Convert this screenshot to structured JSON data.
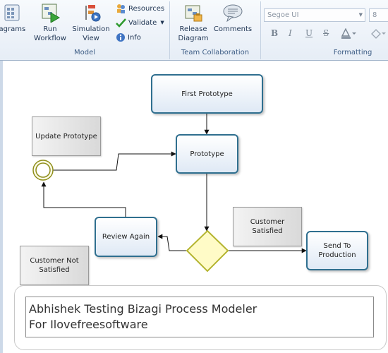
{
  "ribbon": {
    "model_group": {
      "label": "Model",
      "diagrams_label": "iagrams",
      "run_workflow_label": "Run\nWorkflow",
      "simulation_view_label": "Simulation\nView",
      "resources_label": "Resources",
      "validate_label": "Validate",
      "info_label": "Info"
    },
    "team_group": {
      "label": "Team Collaboration",
      "release_diagram_label": "Release\nDiagram",
      "comments_label": "Comments"
    },
    "formatting_group": {
      "label": "Formatting",
      "font_name": "Segoe UI",
      "font_size": "8",
      "bold": "B",
      "italic": "I",
      "underline": "U",
      "strike": "S"
    }
  },
  "diagram": {
    "tasks": {
      "first_prototype": "First Prototype",
      "prototype": "Prototype",
      "review_again": "Review Again",
      "send_to_production": "Send To\nProduction"
    },
    "notes": {
      "update_prototype": "Update Prototype",
      "customer_satisfied": "Customer\nSatisfied",
      "customer_not_satisfied": "Customer Not\nSatisfied"
    },
    "comment_text": "Abhishek Testing Bizagi Process Modeler\nFor Ilovefreesoftware"
  },
  "colors": {
    "task_border": "#2f6f8f",
    "gateway_fill": "#fffbc7",
    "gateway_border": "#b5b531",
    "event_border": "#8e8e1a"
  }
}
